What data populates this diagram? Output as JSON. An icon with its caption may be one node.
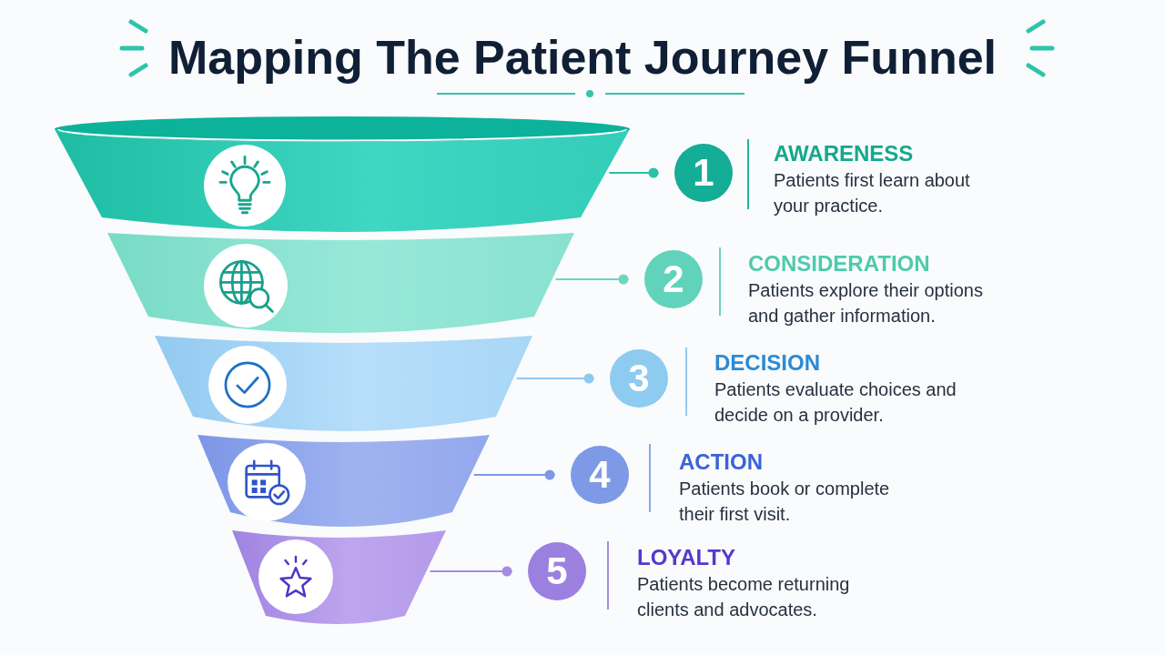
{
  "diagram": {
    "title": "Mapping The Patient Journey Funnel",
    "nodes": [
      {
        "text": [],
        "shape": "trapezoid"
      },
      {
        "text": [
          "1"
        ],
        "beside": [
          "AWARENESS",
          "Patients first learn about your practice."
        ]
      },
      {
        "text": [],
        "shape": "trapezoid"
      },
      {
        "text": [
          "2"
        ],
        "beside": [
          "CONSIDERATION",
          "Patients explore their options and gather information."
        ]
      },
      {
        "text": [],
        "shape": "trapezoid"
      },
      {
        "text": [
          "3"
        ],
        "beside": [
          "DECISION",
          "Patients evaluate choices and decide on a provider."
        ]
      },
      {
        "text": [],
        "shape": "trapezoid"
      },
      {
        "text": [
          "4"
        ],
        "beside": [
          "ACTION",
          "Patients book or complete their first visit."
        ]
      },
      {
        "text": [],
        "shape": "trapezoid"
      },
      {
        "text": [
          "5"
        ],
        "beside": [
          "LOYALTY",
          "Patients become returning clients and advocates."
        ]
      }
    ],
    "edges": [
      {
        "from": 0,
        "to": 1,
        "arrow": "other",
        "color": "#2bbfa6"
      },
      {
        "from": 2,
        "to": 3,
        "arrow": "other",
        "color": "#6dd6c1"
      },
      {
        "from": 4,
        "to": 5,
        "arrow": "other",
        "color": "#8fc9ee"
      },
      {
        "from": 6,
        "to": 7,
        "arrow": "other",
        "color": "#7d98e5"
      },
      {
        "from": 8,
        "to": 9,
        "arrow": "other",
        "color": "#a58be2"
      }
    ]
  }
}
